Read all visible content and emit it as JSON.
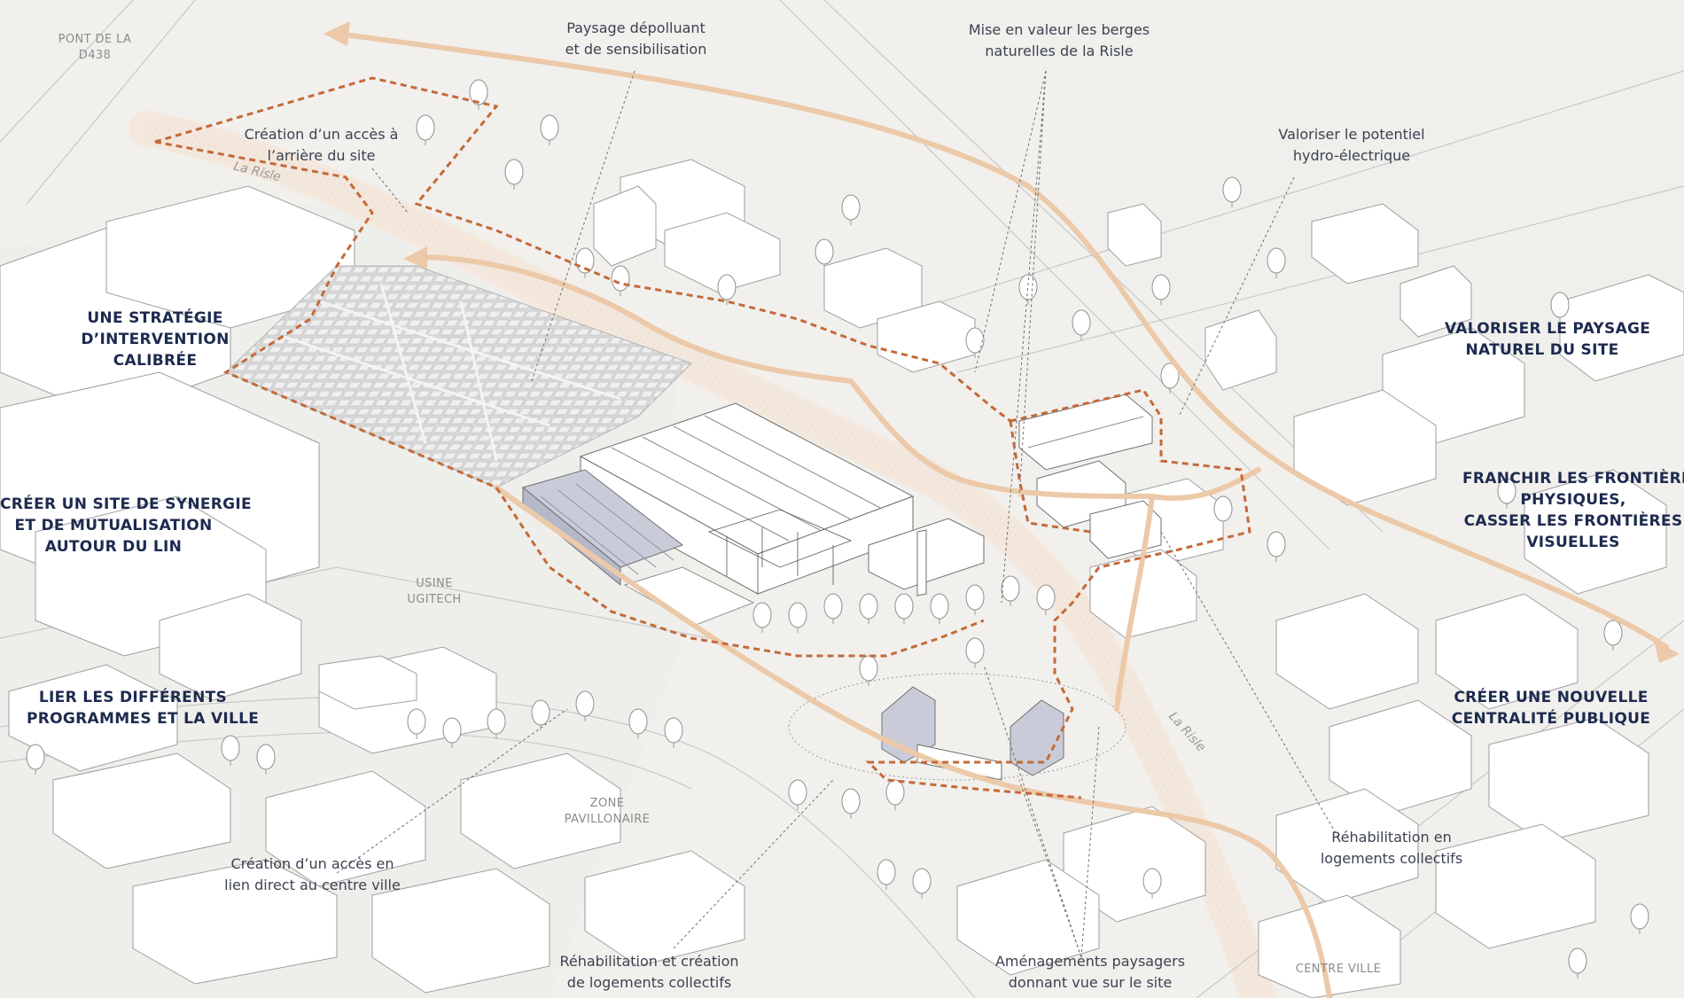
{
  "colors": {
    "background": "#f3f2ef",
    "route": "#ecc9a8",
    "perimeter": "#c46a3a",
    "strategy_text": "#1d2a4f",
    "annotation_text": "#3c4250",
    "highlight_building": "#c9ccd8"
  },
  "place_names": {
    "pont": [
      "PONT DE LA",
      "D438"
    ],
    "usine": [
      "USINE",
      "UGITECH"
    ],
    "zone": [
      "ZONE",
      "PAVILLONAIRE"
    ],
    "centre": [
      "CENTRE VILLE"
    ]
  },
  "river_labels": [
    "La Risle",
    "La Risle"
  ],
  "annotations": {
    "paysage": [
      "Paysage dépolluant",
      "et de sensibilisation"
    ],
    "berges": [
      "Mise en valeur les berges",
      "naturelles de la Risle"
    ],
    "acces_arriere": [
      "Création d’un accès à",
      "l’arrière du site"
    ],
    "hydro": [
      "Valoriser le potentiel",
      "hydro-électrique"
    ],
    "acces_centre": [
      "Création d’un accès en",
      "lien direct au centre ville"
    ],
    "rehab_creation": [
      "Réhabilitation et création",
      "de logements collectifs"
    ],
    "amenagements": [
      "Aménagements paysagers",
      "donnant vue sur le site"
    ],
    "rehab": [
      "Réhabilitation en",
      "logements collectifs"
    ]
  },
  "strategies": {
    "calibree": [
      "UNE STRATÉGIE",
      "D’INTERVENTION",
      "CALIBRÉE"
    ],
    "synergie": [
      "CRÉER UN SITE DE SYNERGIE",
      "ET DE MUTUALISATION",
      "AUTOUR DU LIN"
    ],
    "lier": [
      "LIER LES DIFFÉRENTS",
      "PROGRAMMES ET LA VILLE"
    ],
    "paysage": [
      "VALORISER LE PAYSAGE",
      "NATUREL DU SITE"
    ],
    "frontieres": [
      "FRANCHIR LES FRONTIÈRES",
      "PHYSIQUES,",
      "CASSER LES FRONTIÈRES",
      "VISUELLES"
    ],
    "centralite": [
      "CRÉER UNE NOUVELLE",
      "CENTRALITÉ PUBLIQUE"
    ]
  }
}
